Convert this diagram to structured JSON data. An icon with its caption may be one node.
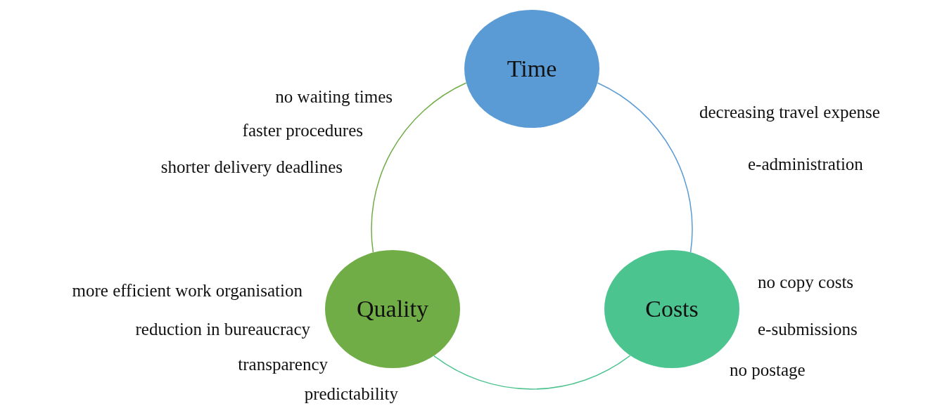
{
  "diagram": {
    "nodes": [
      {
        "text": [
          "Time"
        ]
      },
      {
        "text": [
          "Quality"
        ]
      },
      {
        "text": [
          "Costs"
        ]
      }
    ],
    "edges": [
      {
        "from": 0,
        "to": 2,
        "arrow": "none",
        "color": "#5b9bd5"
      },
      {
        "from": 2,
        "to": 1,
        "arrow": "none",
        "color": "#4cc490"
      },
      {
        "from": 1,
        "to": 0,
        "arrow": "none",
        "color": "#70ad47"
      }
    ],
    "labels": [
      "no waiting times",
      "faster procedures",
      "shorter delivery deadlines",
      "decreasing travel expense",
      "e-administration",
      "more efficient work organisation",
      "reduction in bureaucracy",
      "transparency",
      "predictability",
      "no copy costs",
      "e-submissions",
      "no postage"
    ]
  }
}
